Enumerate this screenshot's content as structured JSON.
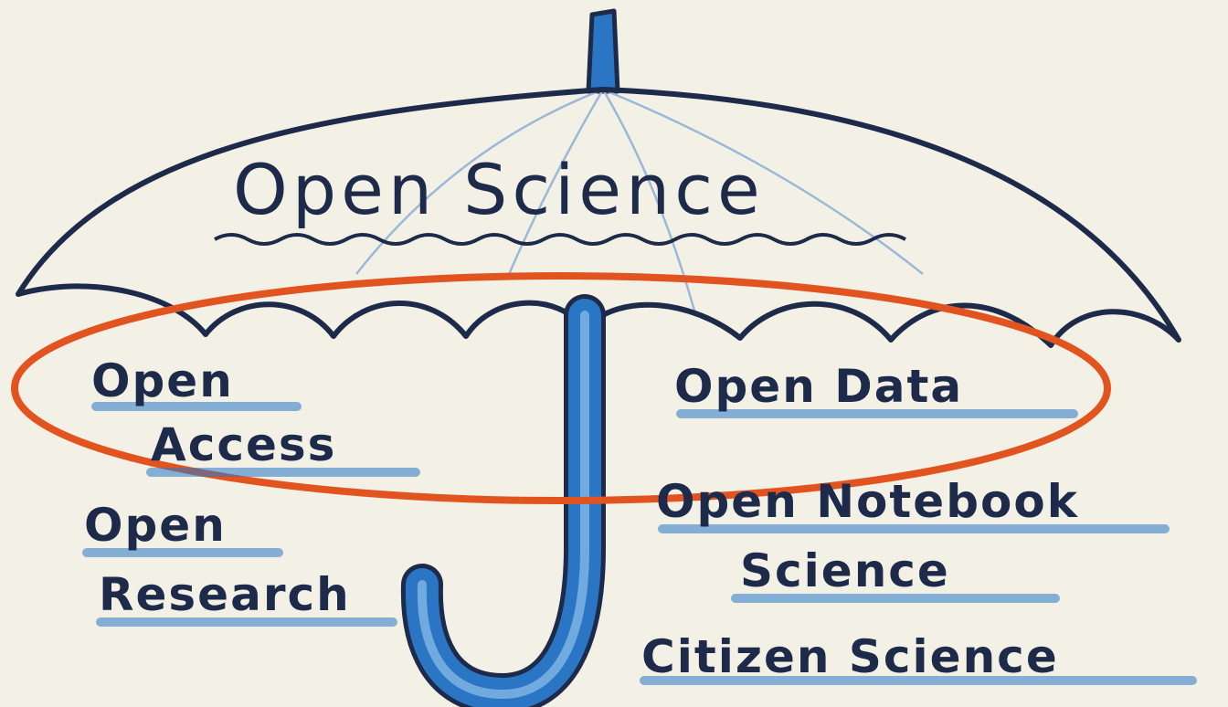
{
  "diagram": {
    "title": "Open Science",
    "left_items": [
      {
        "line1": "Open",
        "line2": "Access"
      },
      {
        "line1": "Open",
        "line2": "Research"
      }
    ],
    "right_items": [
      {
        "line1": "Open Data",
        "line2": ""
      },
      {
        "line1": "Open Notebook",
        "line2": "Science"
      },
      {
        "line1": "Citizen Science",
        "line2": ""
      }
    ],
    "colors": {
      "ink": "#1d2a4a",
      "handle_blue": "#2a76c4",
      "highlight_oval": "#e2541f",
      "paper": "#f3f1e6"
    },
    "icons": [
      "umbrella-icon"
    ]
  }
}
